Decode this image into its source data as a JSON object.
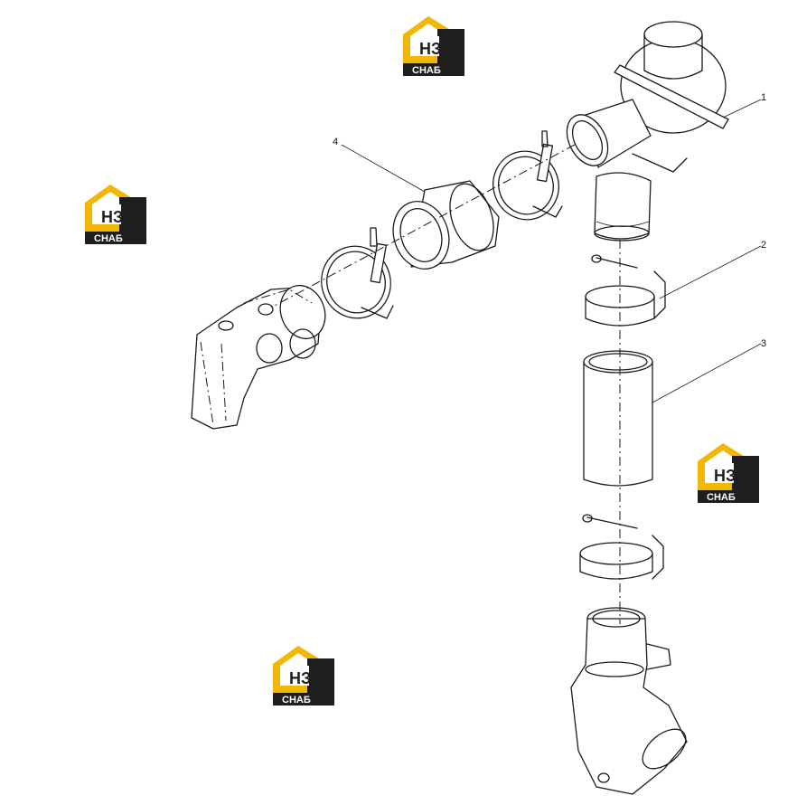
{
  "callouts": [
    {
      "number": "1"
    },
    {
      "number": "2"
    },
    {
      "number": "3"
    },
    {
      "number": "4"
    }
  ],
  "watermark": {
    "top_letters": "HЗ",
    "bottom_letters": "СНАБ",
    "colors": {
      "house": "#f2b705",
      "plate": "#1e1e1e",
      "text_light": "#ffffff",
      "text_dark": "#1e1e1e"
    }
  }
}
